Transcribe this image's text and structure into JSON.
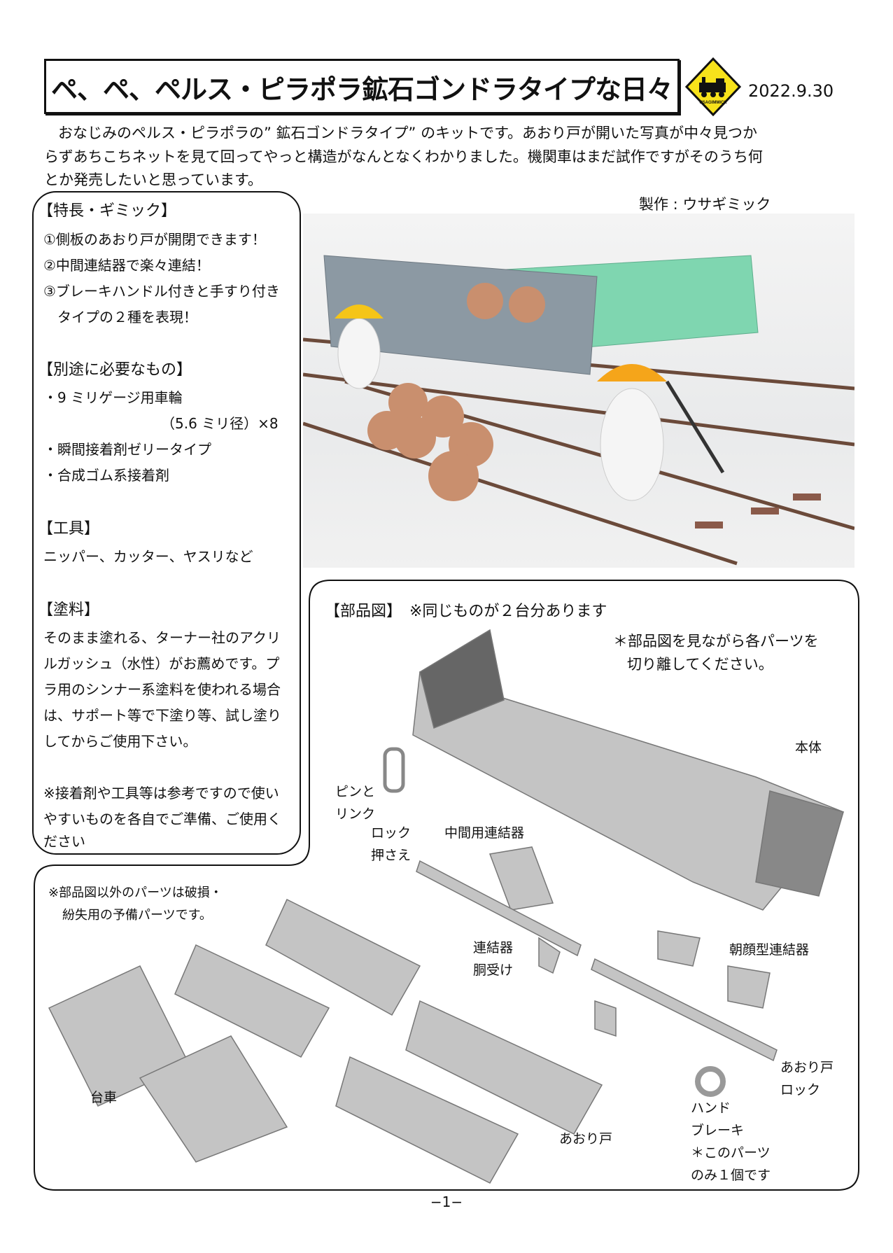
{
  "header": {
    "title": "ペ、ペ、ペルス・ピラポラ鉱石ゴンドラタイプな日々",
    "logo_text": "USAGIMMICK",
    "date": "2022.9.30"
  },
  "intro": {
    "lines": [
      "おなじみのペルス・ピラポラの” 鉱石ゴンドラタイプ” のキットです。あおり戸が開いた写真が中々見つか",
      "らずあちこちネットを見て回ってやっと構造がなんとなくわかりました。機関車はまだ試作ですがそのうち何",
      "とか発売したいと思っています。"
    ]
  },
  "credit": "製作 : ウサギミック",
  "left_panel": {
    "features_heading": "【特長・ギミック】",
    "features": [
      "①側板のあおり戸が開閉できます！",
      "②中間連結器で楽々連結！",
      "③ブレーキハンドル付きと手すり付き",
      "　タイプの２種を表現！"
    ],
    "needs_heading": "【別途に必要なもの】",
    "needs": [
      "・9 ミリゲージ用車輪",
      "（5.6 ミリ径）×8",
      "・瞬間接着剤ゼリータイプ",
      "・合成ゴム系接着剤"
    ],
    "tools_heading": "【工具】",
    "tools": "ニッパー、カッター、ヤスリなど",
    "paint_heading": "【塗料】",
    "paint": [
      "そのまま塗れる、ターナー社のアクリ",
      "ルガッシュ（水性）がお薦めです。プ",
      "ラ用のシンナー系塗料を使われる場合",
      "は、サポート等で下塗り等、試し塗り",
      "してからご使用下さい。"
    ],
    "note": [
      "※接着剤や工具等は参考ですので使い",
      "やすいものを各自でご準備、ご使用く",
      "ださい"
    ]
  },
  "parts": {
    "heading": "【部品図】　※同じものが２台分あります",
    "instruction": [
      "＊部品図を見ながら各パーツを",
      "切り離してください。"
    ],
    "spare_note": [
      "※部品図以外のパーツは破損・",
      "紛失用の予備パーツです。"
    ],
    "labels": {
      "body": "本体",
      "pin_link": [
        "ピンと",
        "リンク"
      ],
      "lock_holder": [
        "ロック",
        "押さえ"
      ],
      "middle_coupler": "中間用連結器",
      "coupler_bolster": [
        "連結器",
        "胴受け"
      ],
      "asagao_coupler": "朝顔型連結器",
      "door_lock": [
        "あおり戸",
        "ロック"
      ],
      "hand_brake": [
        "ハンド",
        "ブレーキ",
        "＊このパーツ",
        "のみ１個です"
      ],
      "side_door": "あおり戸",
      "bogie": "台車"
    }
  },
  "page_number": "−1−",
  "colors": {
    "logo_yellow": "#f7e21b",
    "wagon_grey": "#8c99a3",
    "wagon_green": "#7fd6b0",
    "ore": "#c98f6e"
  }
}
